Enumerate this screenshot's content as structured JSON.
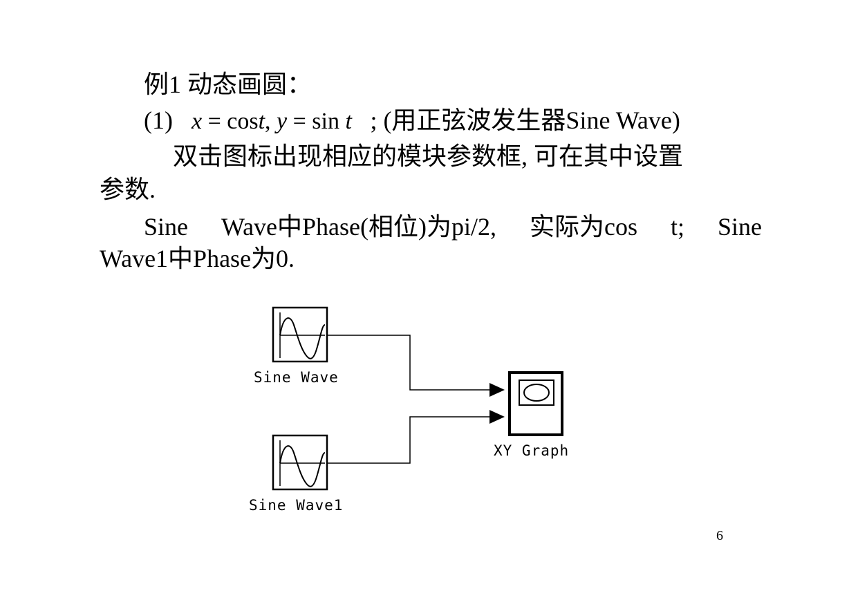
{
  "slide": {
    "line1": "例1 动态画圆：",
    "line2_prefix": "(1)",
    "line2_math": {
      "x_var": "x",
      "eq1": " = cos",
      "t1": "t",
      "comma": ", ",
      "y_var": "y",
      "eq2": " = sin",
      "t2": "t"
    },
    "line2_suffix": "; (用正弦波发生器Sine Wave)",
    "line3": "双击图标出现相应的模块参数框, 可在其中设置",
    "line4": "参数.",
    "line5_parts": [
      "Sine",
      "Wave中Phase(相位)为pi/2,",
      "实际为cos",
      "t;",
      "Sine"
    ],
    "line6": "Wave1中Phase为0.",
    "page_number": "6"
  },
  "diagram": {
    "blocks": [
      {
        "id": "sine-wave",
        "label": "Sine Wave",
        "icon": "sine-wave-icon"
      },
      {
        "id": "sine-wave1",
        "label": "Sine Wave1",
        "icon": "sine-wave-icon"
      },
      {
        "id": "xy-graph",
        "label": "XY Graph",
        "icon": "xy-graph-icon"
      }
    ],
    "connections": [
      {
        "from": "sine-wave",
        "to": "xy-graph",
        "port": 1
      },
      {
        "from": "sine-wave1",
        "to": "xy-graph",
        "port": 2
      }
    ],
    "line_color": "#000000"
  }
}
